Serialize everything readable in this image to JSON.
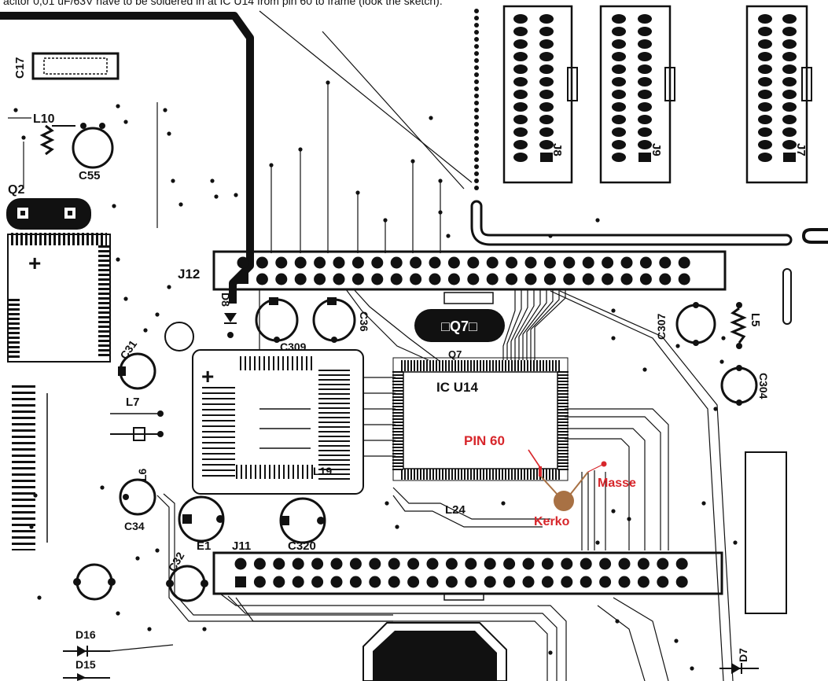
{
  "caption": "acitor 0,01 uF/63V have to be soldered in at IC U14 from pin 60 to frame (look the sketch).",
  "colors": {
    "ink": "#111111",
    "annotation": "#d7262b",
    "capacitor": "#a87144",
    "background": "#ffffff"
  },
  "ic": {
    "label": "IC U14"
  },
  "transistor": {
    "marking": "□Q7□",
    "ref": "Q7"
  },
  "annotation": {
    "pin": "PIN 60",
    "ground": "Masse",
    "capacitor": "Kerko"
  },
  "connectors": {
    "j12": "J12",
    "j11": "J11",
    "j8": "J8",
    "j9": "J9",
    "j7": "J7"
  },
  "components": {
    "c17": "C17",
    "l10": "L10",
    "c55": "C55",
    "q2": "Q2",
    "d8": "D8",
    "c31": "C31",
    "l7": "L7",
    "l6": "L6",
    "c34": "C34",
    "c309": "C309",
    "c36": "C36",
    "l19": "L19",
    "c320": "C320",
    "e1": "E1",
    "c32": "C32",
    "l24": "L24",
    "c307": "C307",
    "l5": "L5",
    "c304": "C304",
    "d16": "D16",
    "d15": "D15",
    "d7": "D7"
  }
}
